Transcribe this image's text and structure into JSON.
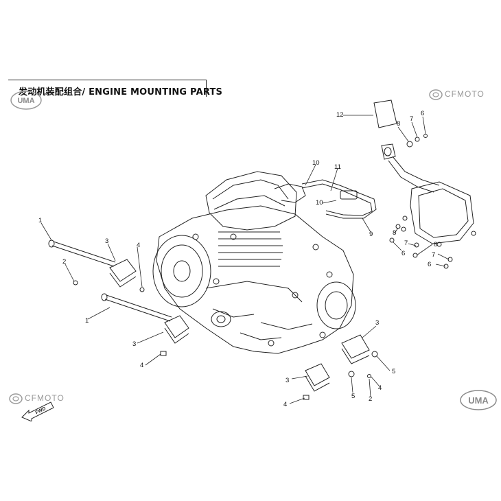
{
  "header": {
    "title": "发动机装配组合/ ENGINE MOUNTING PARTS"
  },
  "branding": {
    "cfmoto_text": "CFMOTO",
    "uma_text": "UMA",
    "fwd_text": "FWD"
  },
  "callouts": {
    "c1a": "1",
    "c1b": "1",
    "c2a": "2",
    "c2b": "2",
    "c3a": "3",
    "c3b": "3",
    "c3c": "3",
    "c3d": "3",
    "c4a": "4",
    "c4b": "4",
    "c4c": "4",
    "c4d": "4",
    "c5a": "5",
    "c5b": "5",
    "c6a": "6",
    "c6b": "6",
    "c6c": "6",
    "c7a": "7",
    "c7b": "7",
    "c7c": "7",
    "c8a": "8",
    "c8b": "8",
    "c8c": "8",
    "c9": "9",
    "c10a": "10",
    "c10b": "10",
    "c11": "11",
    "c12": "12"
  },
  "colors": {
    "line": "#222222",
    "brand_gray": "#9a9a9a"
  }
}
